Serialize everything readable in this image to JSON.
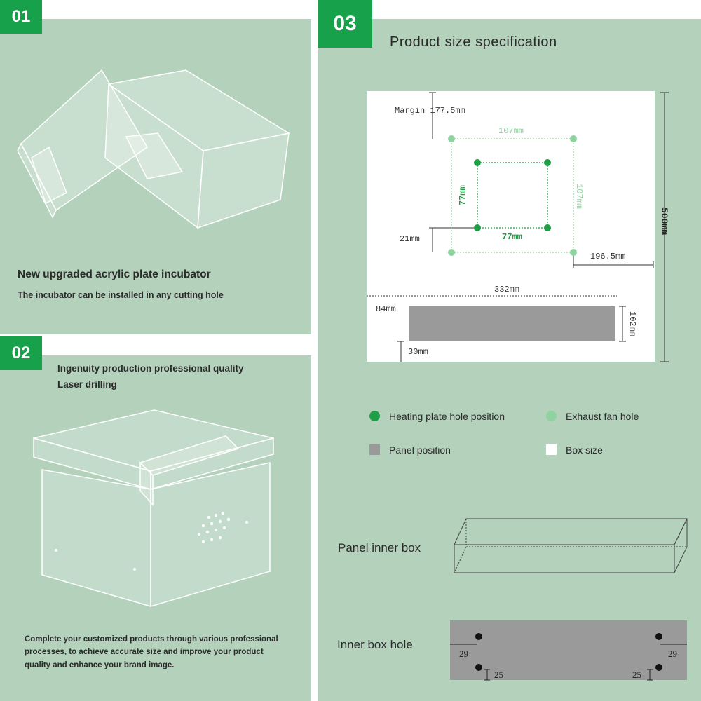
{
  "colors": {
    "panel_bg": "#b3d1bb",
    "badge": "#16a14a",
    "heating_dot": "#1e9e45",
    "fan_dot": "#8fd3a0",
    "panel_gray": "#9a9a9a"
  },
  "section1": {
    "badge": "01",
    "title": "New upgraded acrylic plate incubator",
    "subtitle": "The incubator can be installed in any cutting hole"
  },
  "section2": {
    "badge": "02",
    "line1": "Ingenuity production professional quality",
    "line2": "Laser drilling",
    "description": "Complete your customized products through various professional processes, to achieve accurate size and improve your product quality and enhance your brand image."
  },
  "section3": {
    "badge": "03",
    "title": "Product size specification",
    "diagram": {
      "margin_label": "Margin 177.5mm",
      "fan_width": "107mm",
      "fan_height": "107mm",
      "heat_height": "77mm",
      "heat_width": "77mm",
      "offset_21": "21mm",
      "right_margin": "196.5mm",
      "box_height": "500mm",
      "panel_width": "332mm",
      "panel_left": "84mm",
      "panel_height": "102mm",
      "panel_bottom": "30mm"
    },
    "legend": {
      "heating": "Heating plate hole position",
      "fan": "Exhaust fan hole",
      "panel": "Panel position",
      "box": "Box size"
    },
    "panel_inner_box": "Panel inner box",
    "inner_box_hole": "Inner box hole",
    "hole_dims": {
      "left_x": "29",
      "right_x": "29",
      "left_y": "25",
      "right_y": "25"
    }
  }
}
